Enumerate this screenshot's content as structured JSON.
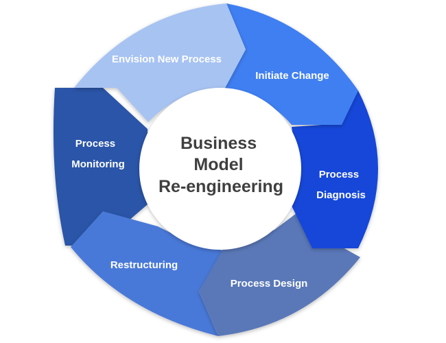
{
  "center": {
    "line1": "Business",
    "line2": "Model",
    "line3": "Re-engineering"
  },
  "segments": [
    {
      "id": "envision",
      "lines": [
        "Envision New Process"
      ],
      "color": "#a7c3f2"
    },
    {
      "id": "initiate",
      "lines": [
        "Initiate Change"
      ],
      "color": "#3f7ff2"
    },
    {
      "id": "diagnosis",
      "lines": [
        "Process",
        "Diagnosis"
      ],
      "color": "#1346d9"
    },
    {
      "id": "design",
      "lines": [
        "Process Design"
      ],
      "color": "#5a78b8"
    },
    {
      "id": "restructuring",
      "lines": [
        "Restructuring"
      ],
      "color": "#4a79d8"
    },
    {
      "id": "monitoring",
      "lines": [
        "Process",
        "Monitoring"
      ],
      "color": "#2a55a8"
    }
  ]
}
